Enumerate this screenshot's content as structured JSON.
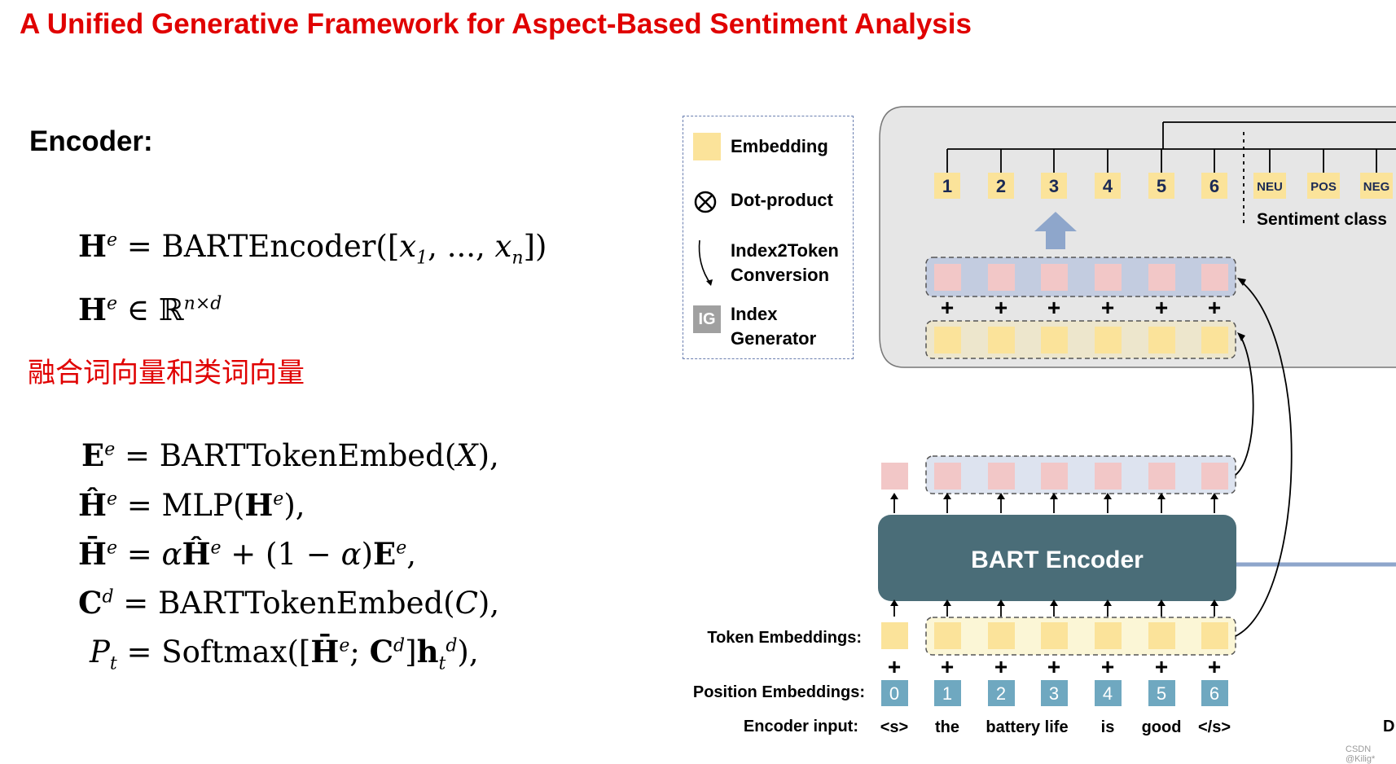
{
  "title": "A Unified Generative Framework for Aspect-Based Sentiment Analysis",
  "encoder_heading": "Encoder:",
  "chinese_heading": "融合词向量和类词向量",
  "legend": {
    "embedding": "Embedding",
    "dot_product": "Dot-product",
    "index2token_line1": "Index2Token",
    "index2token_line2": "Conversion",
    "ig_badge": "IG",
    "index_generator_line1": "Index",
    "index_generator_line2": "Generator"
  },
  "top_indices": [
    "1",
    "2",
    "3",
    "4",
    "5",
    "6"
  ],
  "sentiment_labels": [
    "NEU",
    "POS",
    "NEG"
  ],
  "sentiment_class_label": "Sentiment class",
  "bart_encoder_label": "BART Encoder",
  "row_labels": {
    "token_embeddings": "Token Embeddings:",
    "position_embeddings": "Position Embeddings:",
    "encoder_input": "Encoder input:"
  },
  "position_indices": [
    "0",
    "1",
    "2",
    "3",
    "4",
    "5",
    "6"
  ],
  "encoder_input_tokens": [
    "<s>",
    "the",
    "battery life",
    "is",
    "good",
    "</s>"
  ],
  "cut_off_text": "D",
  "plus_sign": "+",
  "watermark": "CSDN @Kilig*",
  "colors": {
    "title_red": "#e00000",
    "embedding_yellow": "#fbe39a",
    "hidden_pink": "#f2c7c7",
    "encoder_teal": "#4a6d78",
    "position_blue": "#6fa8c0",
    "panel_gray": "#e6e6e6",
    "arrow_blue": "#8ea6cb"
  }
}
